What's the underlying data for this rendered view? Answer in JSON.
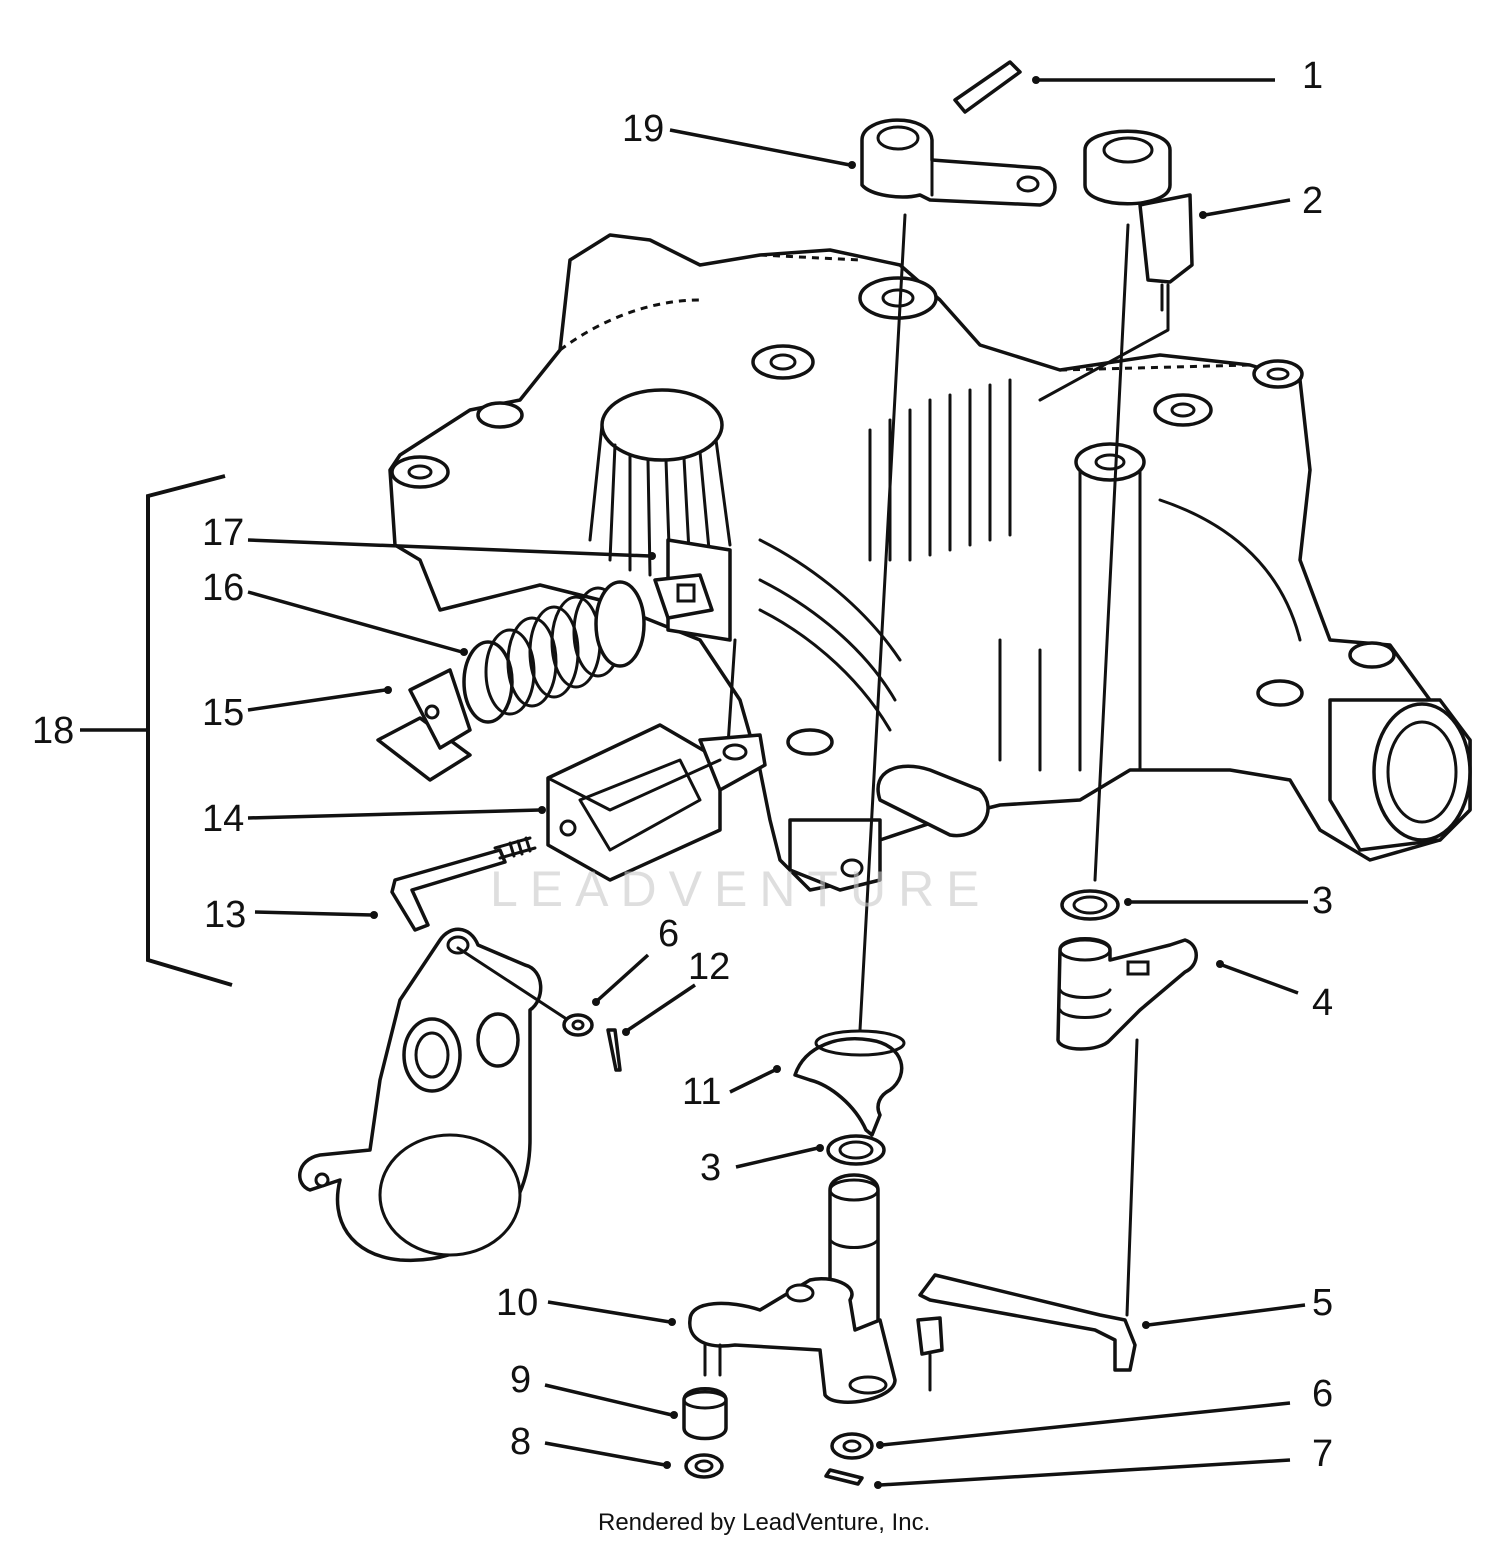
{
  "diagram": {
    "watermark": "LEADVENTURE",
    "credit": "Rendered by LeadVenture, Inc.",
    "callouts": [
      "1",
      "19",
      "2",
      "17",
      "16",
      "15",
      "18",
      "14",
      "13",
      "3",
      "4",
      "6",
      "12",
      "11",
      "3",
      "10",
      "5",
      "9",
      "6",
      "8",
      "7"
    ]
  },
  "colors": {
    "ink": "#111111",
    "paper": "#ffffff",
    "watermark": "#c9c9c9"
  }
}
